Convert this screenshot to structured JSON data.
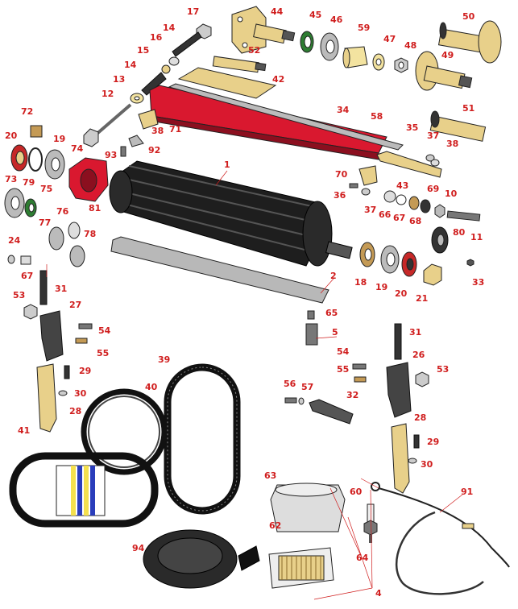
{
  "colors": {
    "label": "#d01e1e",
    "reel_body": "#1e1e1e",
    "bedknife_bar": "#d9182f",
    "brass": "#e8d08a",
    "steel": "#b8b8b8",
    "dark_steel": "#555555",
    "green_seal": "#2e7d32",
    "red_seal": "#c62828",
    "blue_stripe": "#2a3dbb",
    "yellow_stripe": "#f4e04d"
  },
  "parts": {
    "p1": "1",
    "p2": "2",
    "p4": "4",
    "p5": "5",
    "p10": "10",
    "p11": "11",
    "p12": "12",
    "p13": "13",
    "p14a": "14",
    "p14b": "14",
    "p15": "15",
    "p16": "16",
    "p17": "17",
    "p18": "18",
    "p19a": "19",
    "p19b": "19",
    "p20a": "20",
    "p20b": "20",
    "p21": "21",
    "p24": "24",
    "p26": "26",
    "p27": "27",
    "p28a": "28",
    "p28b": "28",
    "p29a": "29",
    "p29b": "29",
    "p30a": "30",
    "p30b": "30",
    "p31a": "31",
    "p31b": "31",
    "p32": "32",
    "p33": "33",
    "p34": "34",
    "p35": "35",
    "p36": "36",
    "p37a": "37",
    "p37b": "37",
    "p38a": "38",
    "p38b": "38",
    "p39": "39",
    "p40": "40",
    "p41": "41",
    "p42": "42",
    "p43": "43",
    "p44": "44",
    "p45": "45",
    "p46": "46",
    "p47": "47",
    "p48": "48",
    "p49": "49",
    "p50": "50",
    "p51": "51",
    "p52": "52",
    "p53a": "53",
    "p53b": "53",
    "p54a": "54",
    "p54b": "54",
    "p55a": "55",
    "p55b": "55",
    "p56": "56",
    "p57": "57",
    "p58": "58",
    "p59": "59",
    "p60": "60",
    "p62": "62",
    "p63": "63",
    "p64": "64",
    "p65": "65",
    "p66": "66",
    "p67a": "67",
    "p67b": "67",
    "p68": "68",
    "p69": "69",
    "p70": "70",
    "p71": "71",
    "p72": "72",
    "p73": "73",
    "p74": "74",
    "p75": "75",
    "p76": "76",
    "p77": "77",
    "p78": "78",
    "p79": "79",
    "p80": "80",
    "p81": "81",
    "p91": "91",
    "p92": "92",
    "p93": "93",
    "p94": "94"
  }
}
